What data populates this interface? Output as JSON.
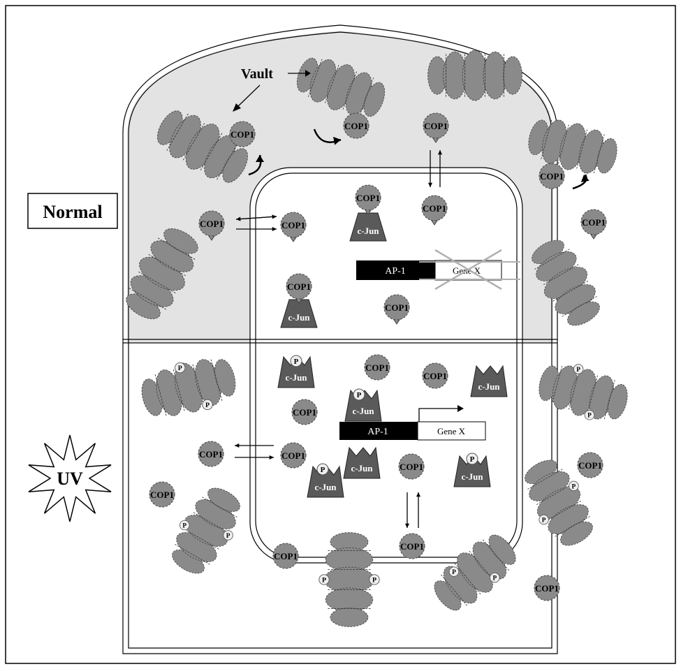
{
  "labels": {
    "vault": "Vault",
    "normal": "Normal",
    "uv": "UV",
    "cop1": "COP1",
    "cjun": "c-Jun",
    "p": "P",
    "ap1": "AP-1",
    "gene_x": "Gene X"
  },
  "colors": {
    "cytoplasm_normal": "#e3e3e3",
    "protein_gray": "#8a8a8a",
    "cjun_dark": "#5a5a5a",
    "ap1_black": "#000000",
    "phospho_fill": "#efefef"
  }
}
